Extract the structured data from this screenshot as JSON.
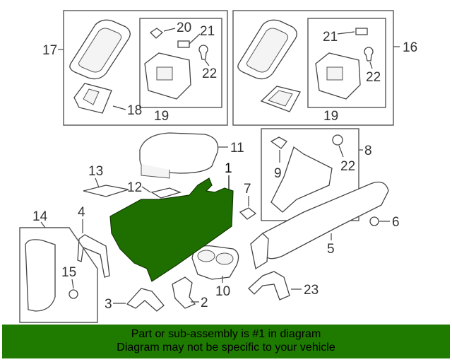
{
  "diagram": {
    "callouts": {
      "c1": "1",
      "c2": "2",
      "c3": "3",
      "c4": "4",
      "c5": "5",
      "c6": "6",
      "c7": "7",
      "c8": "8",
      "c9": "9",
      "c10": "10",
      "c11": "11",
      "c12": "12",
      "c13": "13",
      "c14": "14",
      "c15": "15",
      "c16": "16",
      "c17": "17",
      "c18": "18",
      "c19a": "19",
      "c19b": "19",
      "c20": "20",
      "c21a": "21",
      "c21b": "21",
      "c22a": "22",
      "c22b": "22",
      "c22c": "22",
      "c23": "23"
    },
    "highlight_color": "#1f6e00"
  },
  "banner": {
    "line1": "Part or sub-assembly is #1 in diagram",
    "line2": "Diagram may not be specific to your vehicle",
    "color": "#1f7a00"
  }
}
